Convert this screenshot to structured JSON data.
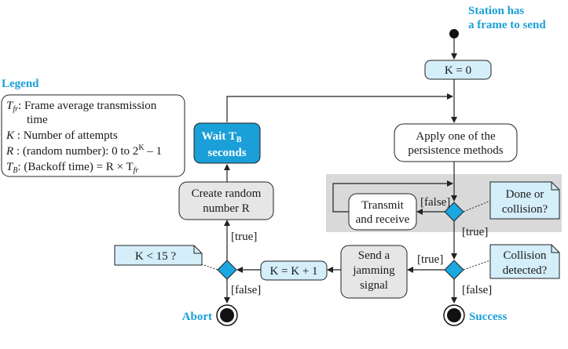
{
  "colors": {
    "accent": "#1a9fd8",
    "light_box": "#d4eefa",
    "gray_box": "#e6e6e6",
    "shade": "#d9d9d9",
    "diamond": "#1ba7e0"
  },
  "start_label_line1": "Station has",
  "start_label_line2": "a frame to send",
  "legend": {
    "title": "Legend",
    "line1": "Frame average transmission",
    "line2": "time",
    "line3": "Number of attempts",
    "line4": "(random number): 0 to 2",
    "line4_sup": "K",
    "line4_end": "– 1",
    "line5": "(Backoff time) = R × T"
  },
  "nodes": {
    "k_init": "K = 0",
    "apply_line1": "Apply one of the",
    "apply_line2": "persistence methods",
    "transmit_line1": "Transmit",
    "transmit_line2": "and receive",
    "wait_line1": "Wait T",
    "wait_sub": "B",
    "wait_line2": "seconds",
    "random_line1": "Create random",
    "random_line2": "number R",
    "jam_line1": "Send a",
    "jam_line2": "jamming",
    "jam_line3": "signal",
    "k_inc": "K = K + 1"
  },
  "notes": {
    "done_line1": "Done or",
    "done_line2": "collision?",
    "collision_line1": "Collision",
    "collision_line2": "detected?",
    "k_check": "K < 15 ?"
  },
  "edges": {
    "false_transmit": "[false]",
    "true_done": "[true]",
    "true_collision": "[true]",
    "false_collision": "[false]",
    "true_k": "[true]",
    "false_k": "[false]"
  },
  "terminals": {
    "abort": "Abort",
    "success": "Success"
  }
}
